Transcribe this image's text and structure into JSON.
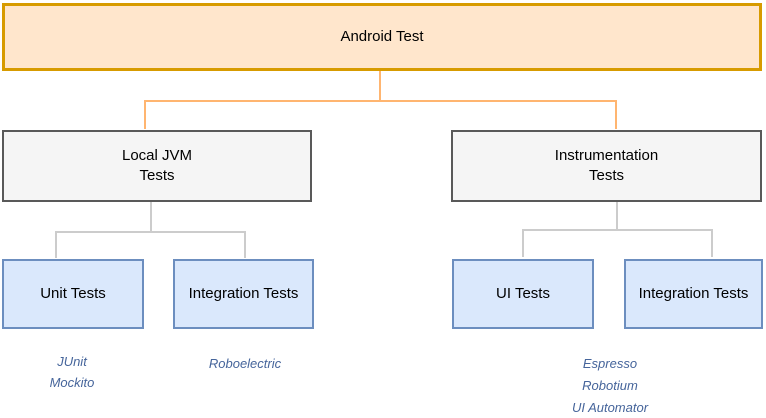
{
  "diagram": {
    "title_node": {
      "label": "Android Test"
    },
    "branch_nodes": [
      {
        "label": "Local JVM\nTests"
      },
      {
        "label": "Instrumentation\nTests"
      }
    ],
    "leaf_nodes": [
      {
        "label": "Unit Tests"
      },
      {
        "label": "Integration Tests"
      },
      {
        "label": "UI Tests"
      },
      {
        "label": "Integration Tests"
      }
    ],
    "annotations": [
      {
        "text": "JUnit\nMockito"
      },
      {
        "text": "Roboelectric"
      },
      {
        "text": "Espresso\nRobotium\nUI Automator"
      }
    ],
    "colors": {
      "root_fill": "#FFE6CC",
      "root_border": "#D79B00",
      "root_connector": "#FFB570",
      "branch_fill": "#F5F5F5",
      "branch_border": "#595959",
      "branch_connector": "#CCCCCC",
      "leaf_fill": "#DAE8FC",
      "leaf_border": "#6C8EBF",
      "annotation_text": "#46659B"
    }
  }
}
